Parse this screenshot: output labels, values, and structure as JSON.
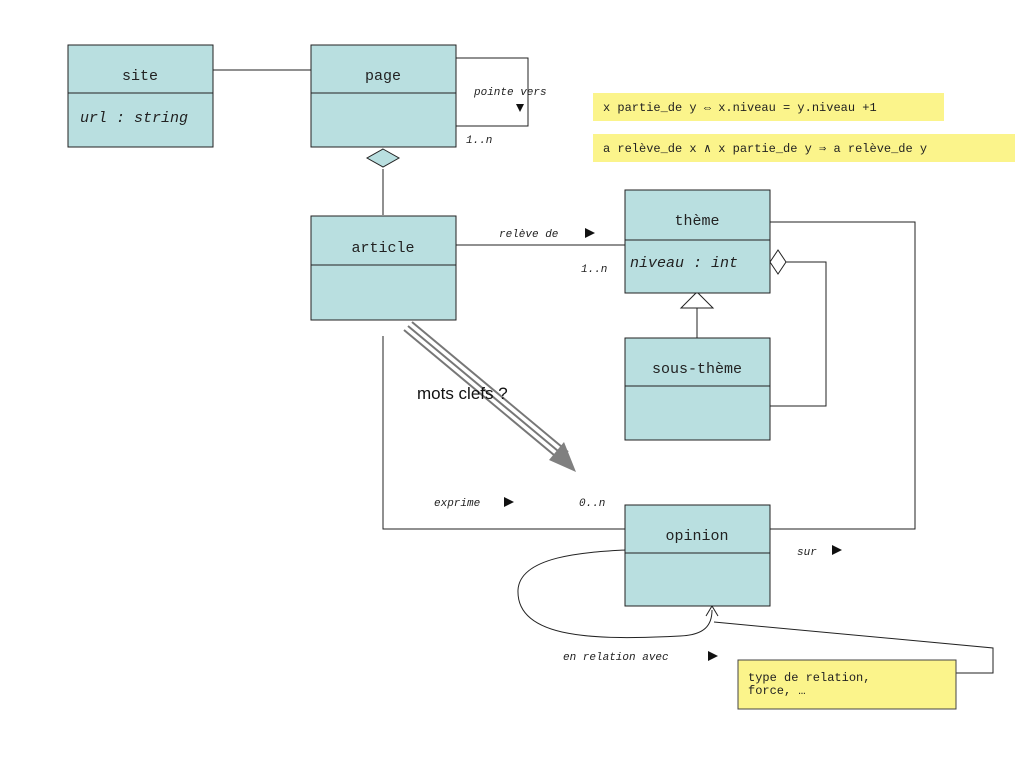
{
  "classes": {
    "site": {
      "name": "site",
      "attribute": "url : string"
    },
    "page": {
      "name": "page"
    },
    "article": {
      "name": "article"
    },
    "theme": {
      "name": "thème",
      "attribute": "niveau : int"
    },
    "sous_theme": {
      "name": "sous-thème"
    },
    "opinion": {
      "name": "opinion"
    }
  },
  "associations": {
    "pointe_vers": {
      "label": "pointe vers",
      "multiplicity": "1..n"
    },
    "releve_de": {
      "label": "relève de",
      "multiplicity": "1..n"
    },
    "exprime": {
      "label": "exprime",
      "multiplicity": "0..n"
    },
    "sur": {
      "label": "sur"
    },
    "en_relation_avec": {
      "label": "en relation avec"
    }
  },
  "rules": [
    "x partie_de y ⇔ x.niveau = y.niveau +1",
    "a relève_de x ∧ x partie_de y ⇒ a relève_de y"
  ],
  "note": {
    "line1": "type de relation,",
    "line2": "force, …"
  },
  "annotation": "mots clefs ?",
  "colors": {
    "class_fill": "#b9dfe0",
    "note_fill": "#fbf48b"
  }
}
